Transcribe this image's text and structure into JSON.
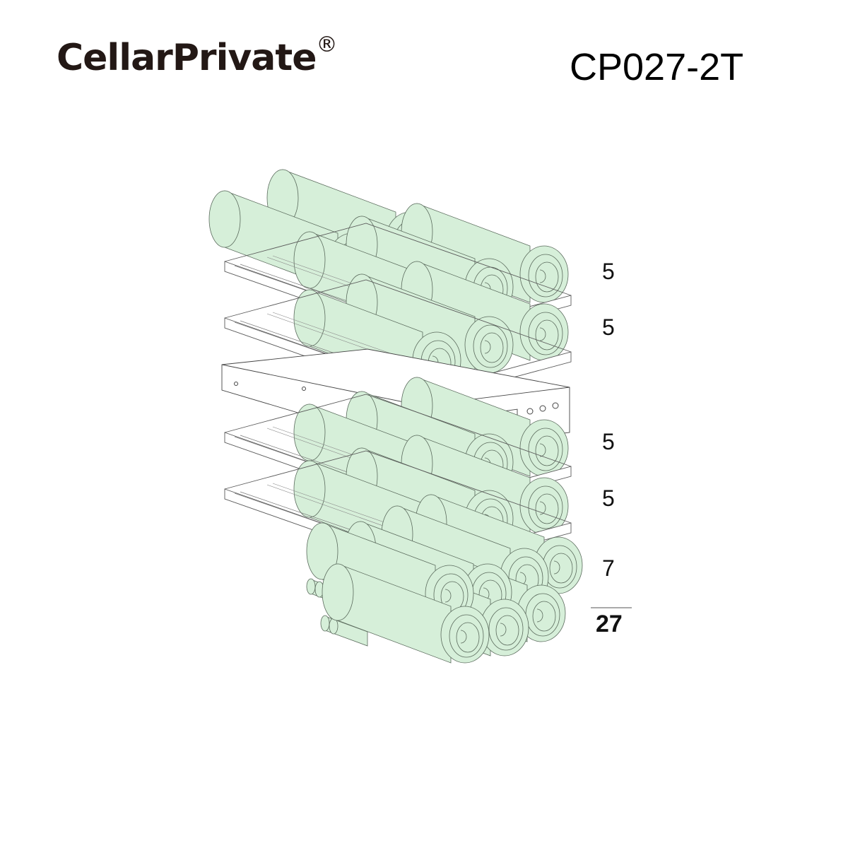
{
  "header": {
    "brand": "CellarPrivate",
    "brand_mark": "®",
    "model": "CP027-2T"
  },
  "colors": {
    "bottle_fill": "#d6efd9",
    "outline": "#5a6a5c",
    "shelf_fill": "#ffffff",
    "text": "#111111"
  },
  "shelves": [
    {
      "label": "shelf-1",
      "bottles": "5"
    },
    {
      "label": "shelf-2",
      "bottles": "5"
    },
    {
      "label": "shelf-3",
      "bottles": "5"
    },
    {
      "label": "shelf-4",
      "bottles": "5"
    },
    {
      "label": "bottom-stack",
      "bottles": "7"
    }
  ],
  "total": "27"
}
